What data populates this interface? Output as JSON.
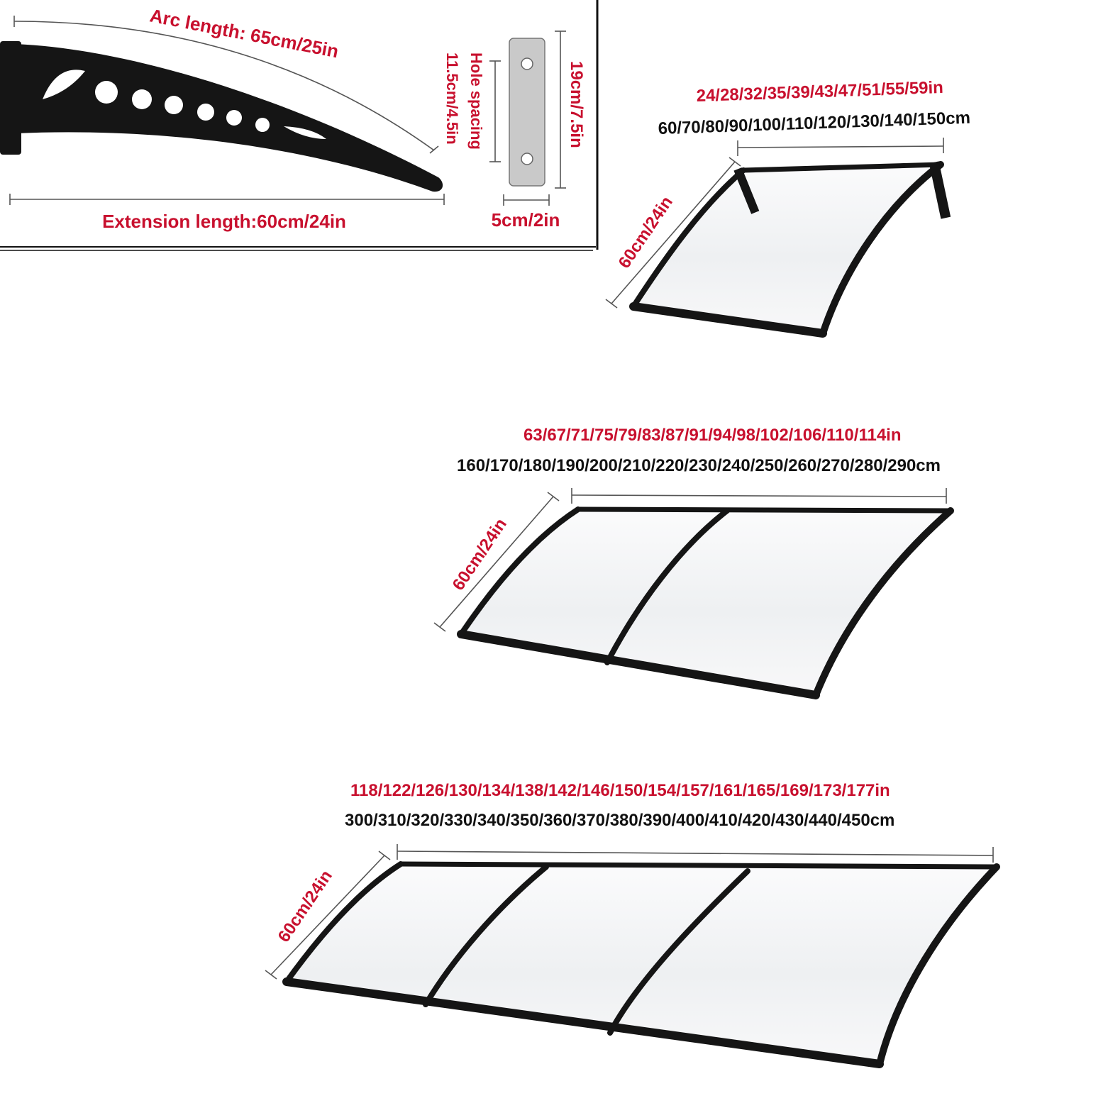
{
  "bracket_panel": {
    "arc_label": "Arc length: 65cm/25in",
    "extension_label": "Extension length:60cm/24in",
    "height_label": "19cm/7.5in",
    "hole_spacing_label": "Hole spacing",
    "hole_value_label": "11.5cm/4.5in",
    "width_label": "5cm/2in"
  },
  "awnings": [
    {
      "inch_label": "24/28/32/35/39/43/47/51/55/59in",
      "cm_label": "60/70/80/90/100/110/120/130/140/150cm",
      "depth_label": "60cm/24in",
      "sections": 1
    },
    {
      "inch_label": "63/67/71/75/79/83/87/91/94/98/102/106/110/114in",
      "cm_label": "160/170/180/190/200/210/220/230/240/250/260/270/280/290cm",
      "depth_label": "60cm/24in",
      "sections": 2
    },
    {
      "inch_label": "118/122/126/130/134/138/142/146/150/154/157/161/165/169/173/177in",
      "cm_label": "300/310/320/330/340/350/360/370/380/390/400/410/420/430/440/450cm",
      "depth_label": "60cm/24in",
      "sections": 3
    }
  ],
  "colors": {
    "accent_red": "#c8102e",
    "text_black": "#111111",
    "frame_black": "#151515",
    "panel_clear": "#f2f3f5",
    "plate_grey": "#c9c9c9"
  }
}
